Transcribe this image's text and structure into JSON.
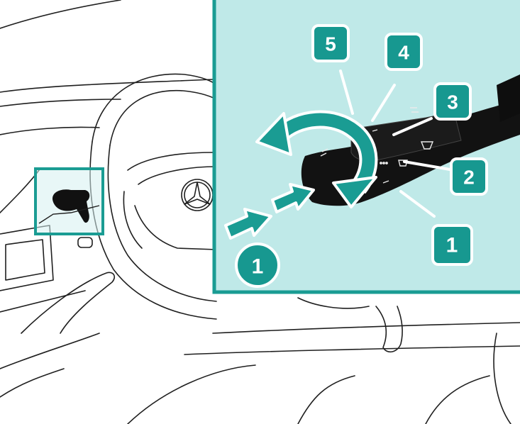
{
  "colors": {
    "teal": "#1a9c93",
    "teal_light": "#bfe9e8",
    "badge_fill": "#179890",
    "badge_stroke": "#ffffff",
    "line": "#1f1f1f",
    "lever": "#111111"
  },
  "callouts": [
    {
      "id": "setting-5",
      "label": "5",
      "shape": "square"
    },
    {
      "id": "setting-4",
      "label": "4",
      "shape": "square"
    },
    {
      "id": "setting-3",
      "label": "3",
      "shape": "square"
    },
    {
      "id": "setting-2",
      "label": "2",
      "shape": "square"
    },
    {
      "id": "setting-1",
      "label": "1",
      "shape": "square"
    },
    {
      "id": "push-action",
      "label": "1",
      "shape": "circle"
    }
  ],
  "icons": [
    "steering-wheel-icon",
    "combination-switch-icon",
    "rotate-arrow-icon",
    "push-arrow-icon",
    "wiper-symbol-icon"
  ]
}
